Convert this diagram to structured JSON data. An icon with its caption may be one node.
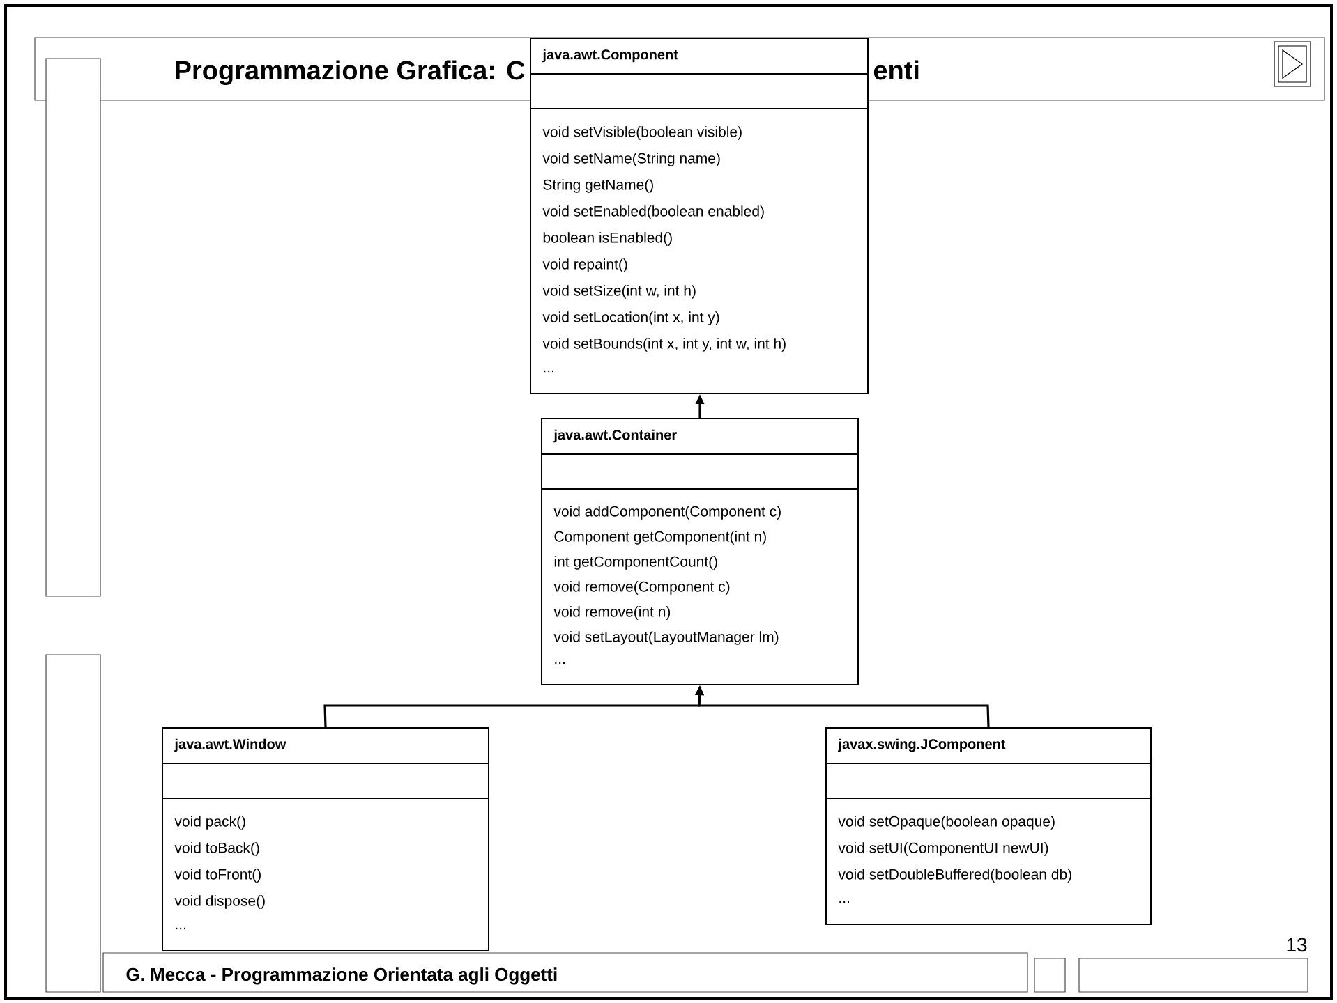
{
  "diagram": {
    "nodes": [
      {
        "text": [
          "java.awt.Component",
          "void setVisible(boolean visible)",
          "void setName(String name)",
          "String getName()",
          "void setEnabled(boolean enabled)",
          "boolean isEnabled()",
          "void repaint()",
          "void setSize(int w, int h)",
          "void setLocation(int x, int y)",
          "void setBounds(int x, int y, int w, int h)",
          "..."
        ]
      },
      {
        "text": [
          "java.awt.Container",
          "void addComponent(Component c)",
          "Component getComponent(int n)",
          "int getComponentCount()",
          "void remove(Component c)",
          "void remove(int n)",
          "void setLayout(LayoutManager lm)",
          "..."
        ]
      },
      {
        "text": [
          "java.awt.Window",
          "void pack()",
          "void toBack()",
          "void toFront()",
          "void dispose()",
          "..."
        ]
      },
      {
        "text": [
          "javax.swing.JComponent",
          "void setOpaque(boolean opaque)",
          "void setUI(ComponentUI newUI)",
          "void setDoubleBuffered(boolean db)",
          "..."
        ]
      }
    ],
    "edges": [
      {
        "from": 1,
        "to": 0,
        "arrow": "to"
      },
      {
        "from": 2,
        "to": 1,
        "arrow": "to"
      },
      {
        "from": 3,
        "to": 1,
        "arrow": "to"
      }
    ],
    "labels": [
      "Programmazione Grafica: C",
      "enti",
      "G. Mecca - Programmazione Orientata agli Oggetti",
      "13"
    ]
  }
}
